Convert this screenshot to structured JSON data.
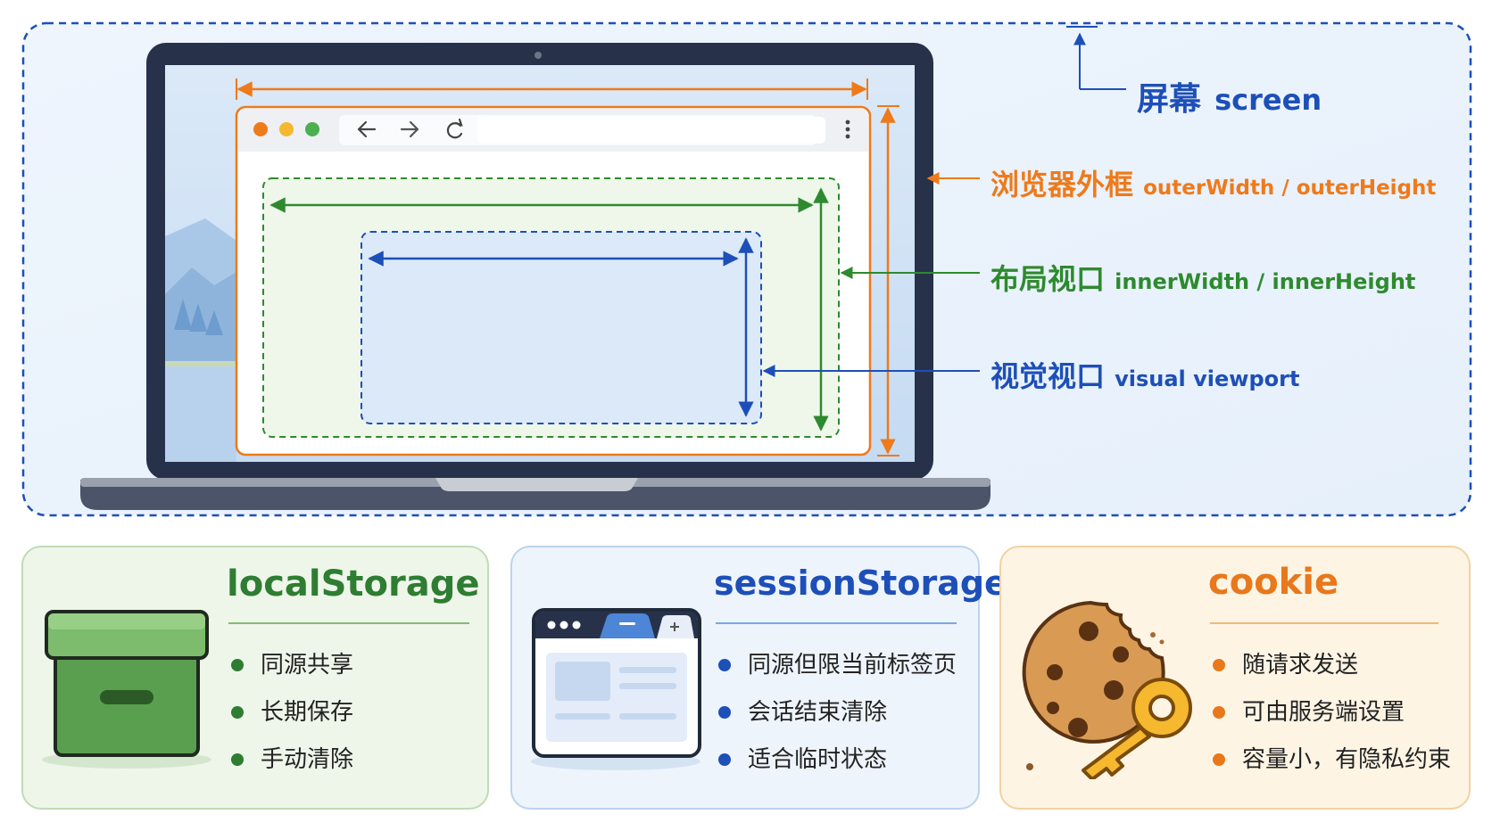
{
  "colors": {
    "screen": "#1d4fb8",
    "outer": "#ee7a1b",
    "inner": "#2e8a2e",
    "visual": "#1d4fb8",
    "local_accent": "#2e7d32",
    "session_accent": "#1d4fb8",
    "cookie_accent": "#e8781b"
  },
  "viewport_labels": {
    "screen": {
      "zh": "屏幕",
      "en": "screen"
    },
    "outer": {
      "zh": "浏览器外框",
      "en": "outerWidth / outerHeight"
    },
    "inner": {
      "zh": "布局视口",
      "en": "innerWidth / innerHeight"
    },
    "visual": {
      "zh": "视觉视口",
      "en": "visual viewport"
    }
  },
  "storage_cards": {
    "local": {
      "title": "localStorage",
      "icon": "storage-box-icon",
      "items": [
        "同源共享",
        "长期保存",
        "手动清除"
      ]
    },
    "session": {
      "title": "sessionStorage",
      "icon": "browser-tab-icon",
      "items": [
        "同源但限当前标签页",
        "会话结束清除",
        "适合临时状态"
      ]
    },
    "cookie": {
      "title": "cookie",
      "icon": "cookie-key-icon",
      "items": [
        "随请求发送",
        "可由服务端设置",
        "容量小，有隐私约束"
      ]
    }
  }
}
